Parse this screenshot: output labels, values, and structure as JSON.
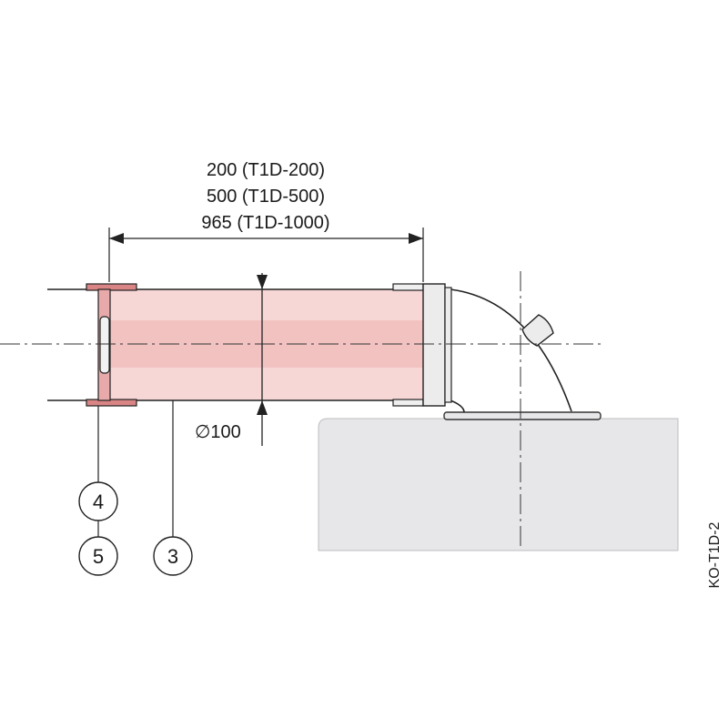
{
  "dimensions": {
    "length_lines": [
      "200 (T1D-200)",
      "500 (T1D-500)",
      "965 (T1D-1000)"
    ],
    "diameter": "∅100"
  },
  "callouts": [
    "4",
    "5",
    "3"
  ],
  "drawing_code": "KO-T1D-2",
  "colors": {
    "pipe_fill": "#f7d6d6",
    "pipe_core": "#efb9b8",
    "flange": "#d98585",
    "unit_body": "#e7e7e9",
    "line": "#222222"
  }
}
